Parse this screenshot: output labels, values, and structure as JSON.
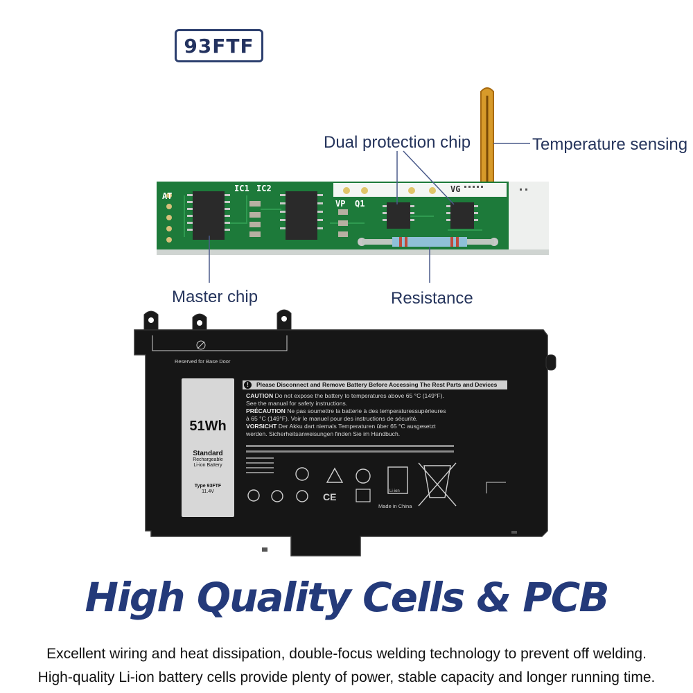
{
  "model_badge": "93FTF",
  "callouts": {
    "dual_protection_chip": "Dual protection chip",
    "temperature_sensing": "Temperature sensing",
    "master_chip": "Master chip",
    "resistance": "Resistance"
  },
  "pcb": {
    "ic1": "IC1",
    "ic2": "IC2",
    "vp": "VP",
    "q1": "Q1",
    "vg": "VG",
    "at": "AT"
  },
  "battery": {
    "reserved": "Reserved for Base Door",
    "capacity": "51Wh",
    "standard": "Standard",
    "rechargeable": "Rechargeable",
    "li_ion_battery": "Li-ion Battery",
    "type": "Type 93FTF",
    "voltage": "11.4V",
    "warning_header": "Please Disconnect and Remove Battery Before Accessing The Rest Parts and Devices",
    "caution_label": "CAUTION",
    "caution_text": "Do not expose the battery to temperatures above 65 °C (149°F).",
    "caution_text2": "See the manual for safety instructions.",
    "precaution_label": "PRÉCAUTION",
    "precaution_text": "Ne pas soumettre la batterie à des temperaturessupérieures",
    "precaution_text2": "à 65 °C (149°F). Voir le manuel pour des instructions de sécurité.",
    "vorsicht_label": "VORSICHT",
    "vorsicht_text": "Der Akku dart niemals Temperaturen über 65 °C ausgesetzt",
    "vorsicht_text2": "werden. Sicherheitsanweisungen finden Sie im Handbuch.",
    "li_ion": "Li-ion",
    "made_in": "Made in China"
  },
  "headline": "High Quality Cells & PCB",
  "description_line1": "Excellent wiring and heat dissipation, double-focus welding technology to prevent off welding.",
  "description_line2": "High-quality Li-ion battery cells provide plenty of power, stable capacity and longer running time.",
  "colors": {
    "navy": "#243a7a",
    "pcb_green": "#1d7a3a",
    "battery_black": "#161616"
  }
}
